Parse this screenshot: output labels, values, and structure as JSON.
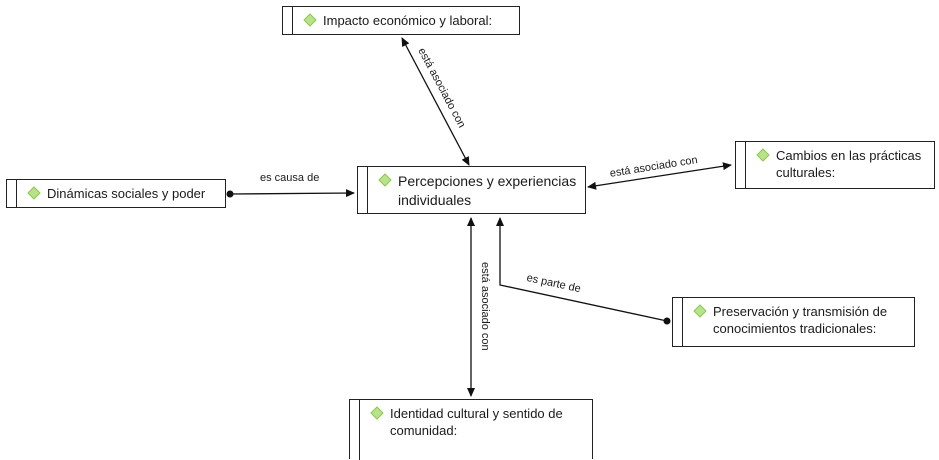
{
  "diagram": {
    "nodes": {
      "economic": "Impacto económico y laboral:",
      "social": "Dinámicas sociales y poder",
      "perceptions": "Percepciones y experiencias individuales",
      "cultural_changes": "Cambios en las prácticas culturales:",
      "preservation": "Preservación y transmisión de conocimientos tradicionales:",
      "identity": "Identidad cultural y sentido de comunidad:"
    },
    "edges": {
      "social_perceptions": "es causa de",
      "economic_perceptions": "está asociado con",
      "perceptions_cultural": "está asociado con",
      "preservation_perceptions": "es parte de",
      "perceptions_identity": "está asociado con"
    },
    "node_icon": "diamond-icon",
    "icon_color": "#8cc84b"
  }
}
